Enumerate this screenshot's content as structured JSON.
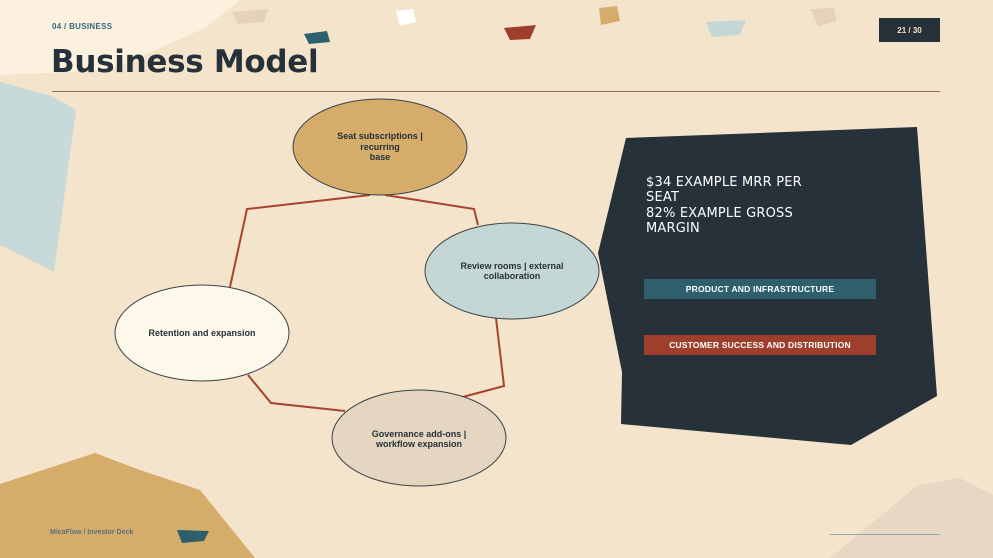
{
  "header": {
    "section": "04  /  BUSINESS",
    "title": "Business Model",
    "page_indicator": "21 / 30"
  },
  "diagram": {
    "nodes": [
      {
        "id": "seat",
        "label": "Seat subscriptions |\nrecurring\nbase",
        "fill": "#d6ac6a"
      },
      {
        "id": "review",
        "label": "Review rooms | external\ncollaboration",
        "fill": "#c5d7d5"
      },
      {
        "id": "governance",
        "label": "Governance add-ons |\nworkflow expansion",
        "fill": "#e4d6c0"
      },
      {
        "id": "retention",
        "label": "Retention and expansion",
        "fill": "#fdf8ea"
      }
    ],
    "connector_color": "#a8442c"
  },
  "panel": {
    "stat_text": "$34 EXAMPLE MRR PER\nSEAT\n82% EXAMPLE GROSS\nMARGIN",
    "bars": [
      {
        "label": "PRODUCT AND INFRASTRUCTURE",
        "color": "#2e5f6d"
      },
      {
        "label": "CUSTOMER SUCCESS AND DISTRIBUTION",
        "color": "#9e3f2e"
      }
    ],
    "fill": "#26313a"
  },
  "footer": {
    "text": "MicaFlow / Investor Deck"
  }
}
